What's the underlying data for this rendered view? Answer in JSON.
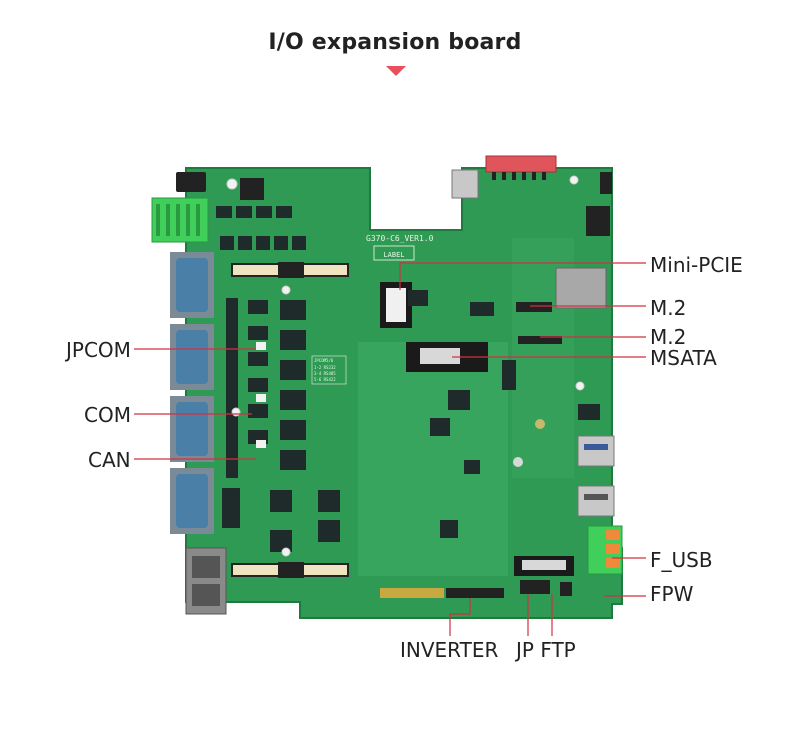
{
  "title": "I/O expansion board",
  "board": {
    "silkscreen": {
      "version": "G370-C6_VER1.0",
      "label": "LABEL",
      "jpcom_header": "JPCOM5/6",
      "jpcom_lines": [
        "1-2 RS232",
        "3-4 RS485",
        "5-6 RS422"
      ]
    },
    "colors": {
      "pcb": "#2f9a54",
      "pcb_dark": "#1f7a3f",
      "connector_blue": "#4a7fa8",
      "connector_red": "#e0555c",
      "terminal_green": "#3fcf5a",
      "terminal_orange": "#f08a3a",
      "callout_line": "#d03040"
    }
  },
  "callouts": {
    "left": [
      {
        "id": "jpcom",
        "text": "JPCOM"
      },
      {
        "id": "com",
        "text": "COM"
      },
      {
        "id": "can",
        "text": "CAN"
      }
    ],
    "right": [
      {
        "id": "mini_pcie",
        "text": "Mini-PCIE"
      },
      {
        "id": "m2_a",
        "text": "M.2"
      },
      {
        "id": "m2_b",
        "text": "M.2"
      },
      {
        "id": "msata",
        "text": "MSATA"
      },
      {
        "id": "f_usb",
        "text": "F_USB"
      },
      {
        "id": "fpw",
        "text": "FPW"
      }
    ],
    "bottom": [
      {
        "id": "inverter",
        "text": "INVERTER"
      },
      {
        "id": "jp_ftp",
        "text": "JP FTP"
      }
    ]
  }
}
